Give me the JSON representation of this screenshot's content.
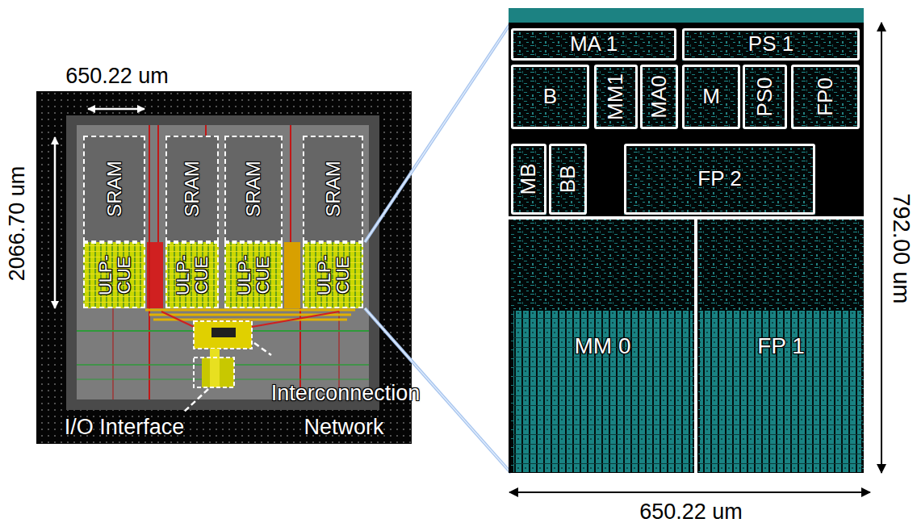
{
  "diagram": {
    "nodes": [
      {
        "text": [
          "SRAM"
        ]
      },
      {
        "text": [
          "SRAM"
        ]
      },
      {
        "text": [
          "SRAM"
        ]
      },
      {
        "text": [
          "SRAM"
        ]
      },
      {
        "text": [
          "ULP- CUE"
        ]
      },
      {
        "text": [
          "ULP- CUE"
        ]
      },
      {
        "text": [
          "ULP- CUE"
        ]
      },
      {
        "text": [
          "ULP- CUE"
        ]
      },
      {
        "text": [
          "MA 1"
        ]
      },
      {
        "text": [
          "PS 1"
        ]
      },
      {
        "text": [
          "B"
        ]
      },
      {
        "text": [
          "MM1"
        ]
      },
      {
        "text": [
          "MA0"
        ]
      },
      {
        "text": [
          "M"
        ]
      },
      {
        "text": [
          "PS0"
        ]
      },
      {
        "text": [
          "FP0"
        ]
      },
      {
        "text": [
          "MB"
        ]
      },
      {
        "text": [
          "BB"
        ]
      },
      {
        "text": [
          "FP 2"
        ]
      },
      {
        "text": [
          "MM 0"
        ]
      },
      {
        "text": [
          "FP 1"
        ]
      }
    ],
    "labels": [
      "650.22 um",
      "2066.70 um",
      "Interconnection",
      "I/O Interface",
      "Network",
      "792.00 um",
      "650.22 um"
    ]
  }
}
